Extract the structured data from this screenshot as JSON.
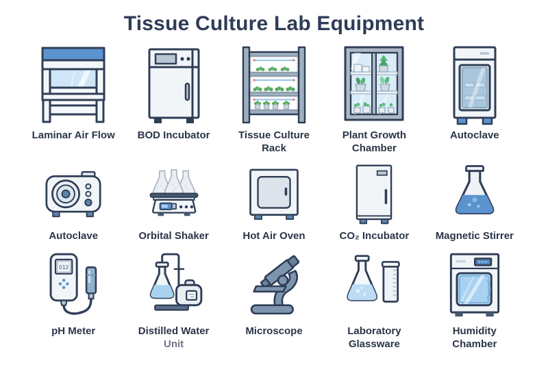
{
  "title": "Tissue Culture Lab Equipment",
  "ph_meter_display": "012",
  "colors": {
    "outline": "#2f3e56",
    "accent_blue": "#5b93cf",
    "glass_blue": "#cfe6f8",
    "steel_blue": "#7e95b0",
    "plant_green": "#5aaa62",
    "title_text": "#2e3c58",
    "label_text": "#2b3547",
    "muted_label_text": "#6e7684"
  },
  "items": [
    {
      "label": "Laminar Air Flow",
      "icon": "laminar-air-flow-icon"
    },
    {
      "label": "BOD Incubator",
      "icon": "bod-incubator-icon"
    },
    {
      "label": "Tissue Culture\nRack",
      "icon": "tissue-culture-rack-icon"
    },
    {
      "label": "Plant Growth\nChamber",
      "icon": "plant-growth-chamber-icon"
    },
    {
      "label": "Autoclave",
      "icon": "autoclave-vertical-icon"
    },
    {
      "label": "Autoclave",
      "icon": "autoclave-horizontal-icon"
    },
    {
      "label": "Orbital Shaker",
      "icon": "orbital-shaker-icon"
    },
    {
      "label": "Hot Air Oven",
      "icon": "hot-air-oven-icon"
    },
    {
      "label": "CO₂ Incubator",
      "icon": "co2-incubator-icon"
    },
    {
      "label": "Magnetic Stirrer",
      "icon": "magnetic-stirrer-icon"
    },
    {
      "label": "pH Meter",
      "icon": "ph-meter-icon"
    },
    {
      "label": "Distilled Water",
      "label_secondary": "Unit",
      "icon": "distilled-water-unit-icon"
    },
    {
      "label": "Microscope",
      "icon": "microscope-icon"
    },
    {
      "label": "Laboratory\nGlassware",
      "icon": "laboratory-glassware-icon"
    },
    {
      "label": "Humidity\nChamber",
      "icon": "humidity-chamber-icon"
    }
  ]
}
